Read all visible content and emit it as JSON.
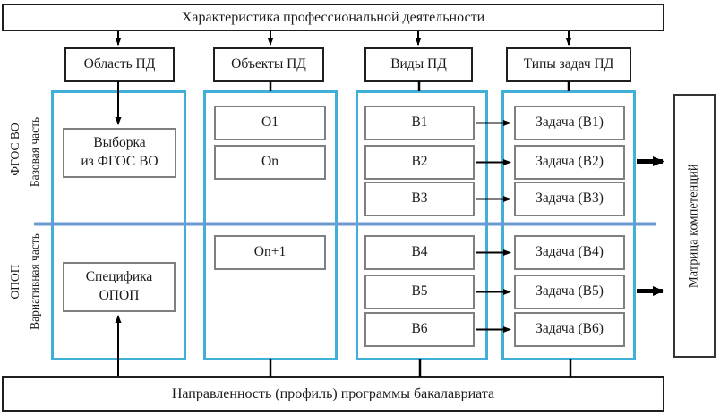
{
  "banners": {
    "top": "Характеристика профессиональной деятельности",
    "bottom": "Направленность (профиль) программы бакалавриата"
  },
  "headers": {
    "area": "Область ПД",
    "objects": "Объекты ПД",
    "kinds": "Виды ПД",
    "task_types": "Типы задач ПД"
  },
  "side_labels": {
    "top_outer": "ФГОС ВО",
    "top_inner": "Базовая часть",
    "bottom_outer": "ОПОП",
    "bottom_inner": "Вариативная часть"
  },
  "area_column": {
    "base_box": [
      "Выборка",
      "из ФГОС ВО"
    ],
    "variative_box": [
      "Специфика",
      "ОПОП"
    ]
  },
  "objects_column": {
    "items_base": [
      "О1",
      "Оn"
    ],
    "items_variative": [
      "Оn+1"
    ]
  },
  "kinds_column": {
    "items_base": [
      "В1",
      "В2",
      "В3"
    ],
    "items_variative": [
      "В4",
      "В5",
      "В6"
    ]
  },
  "tasks_column": {
    "items_base": [
      "Задача (В1)",
      "Задача (В2)",
      "Задача (В3)"
    ],
    "items_variative": [
      "Задача (В4)",
      "Задача (В5)",
      "Задача (В6)"
    ]
  },
  "matrix": {
    "label": "Матрица компетенций"
  },
  "colors": {
    "column_frame": "#41b0d9",
    "part_divider": "#6d9bd1",
    "inner_box_border": "#7f7f7f",
    "outer_box_border": "#1f1f1f",
    "arrow": "#000000"
  }
}
